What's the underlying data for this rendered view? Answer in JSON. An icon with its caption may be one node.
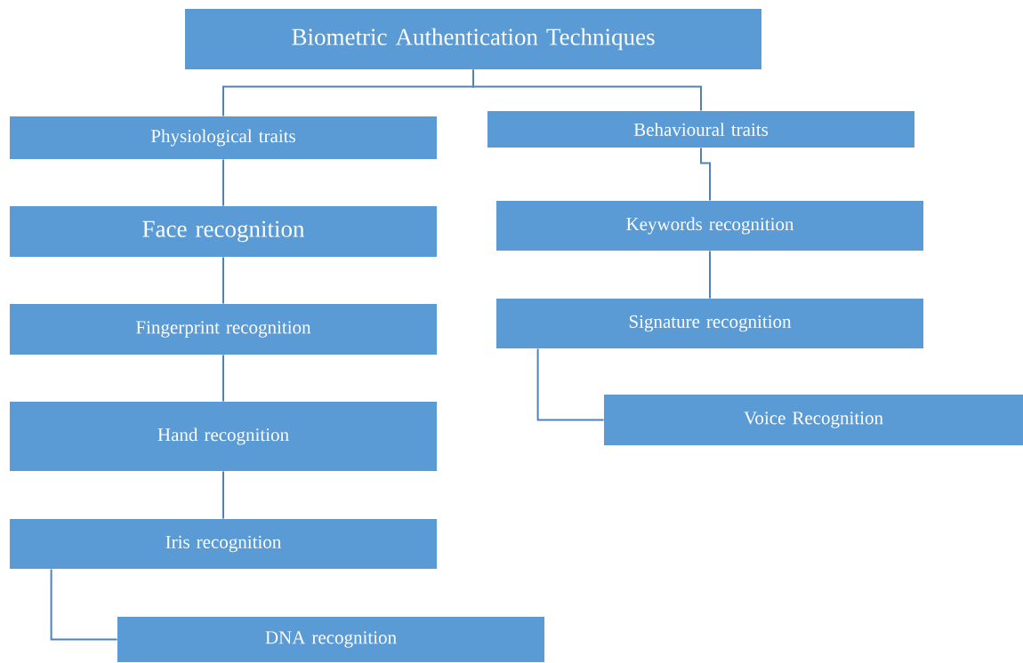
{
  "diagram": {
    "nodes": [
      {
        "text": [
          "Biometric Authentication Techniques"
        ]
      },
      {
        "text": [
          "Physiological traits"
        ]
      },
      {
        "text": [
          "Behavioural traits"
        ]
      },
      {
        "text": [
          "Face recognition"
        ]
      },
      {
        "text": [
          "Fingerprint recognition"
        ]
      },
      {
        "text": [
          "Hand recognition"
        ]
      },
      {
        "text": [
          "Iris recognition"
        ]
      },
      {
        "text": [
          "DNA recognition"
        ]
      },
      {
        "text": [
          "Keywords  recognition"
        ]
      },
      {
        "text": [
          "Signature  recognition"
        ]
      },
      {
        "text": [
          "Voice Recognition"
        ]
      }
    ],
    "edges": [
      {
        "from": 0,
        "to": 1,
        "arrow": "none"
      },
      {
        "from": 0,
        "to": 2,
        "arrow": "none"
      },
      {
        "from": 1,
        "to": 3,
        "arrow": "none"
      },
      {
        "from": 3,
        "to": 4,
        "arrow": "none"
      },
      {
        "from": 4,
        "to": 5,
        "arrow": "none"
      },
      {
        "from": 5,
        "to": 6,
        "arrow": "none"
      },
      {
        "from": 6,
        "to": 7,
        "arrow": "none"
      },
      {
        "from": 2,
        "to": 8,
        "arrow": "none"
      },
      {
        "from": 8,
        "to": 9,
        "arrow": "none"
      },
      {
        "from": 9,
        "to": 10,
        "arrow": "none"
      }
    ]
  }
}
